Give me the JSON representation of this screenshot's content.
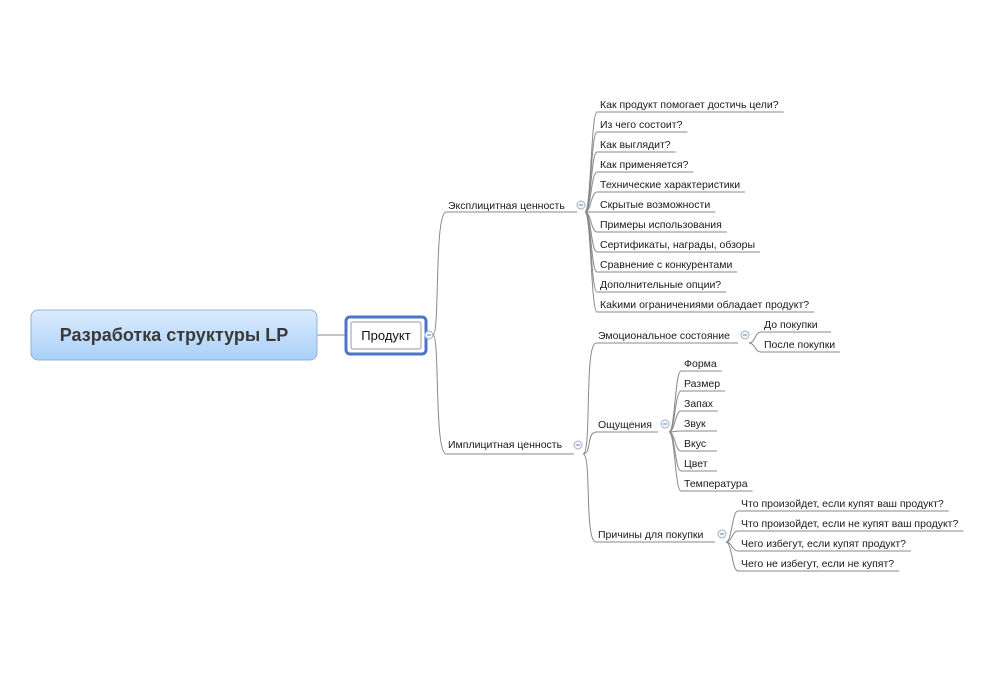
{
  "root": {
    "label": "Разработка структуры LP"
  },
  "central": {
    "label": "Продукт"
  },
  "explicit": {
    "label": "Эксплицитная ценность",
    "items": [
      "Как продукт помогает достичь цели?",
      "Из чего состоит?",
      "Как выглядит?",
      "Как применяется?",
      "Технические характеристики",
      "Скрытые возможности",
      "Примеры использования",
      "Сертификаты, награды, обзоры",
      "Сравнение с конкурентами",
      " Дополнительные опции?",
      "Каkими ограничениями обладает продукт?"
    ]
  },
  "implicit": {
    "label": "Имплицитная ценность",
    "emotional": {
      "label": "Эмоциональное состояние",
      "items": [
        "До покупки",
        "После покупки"
      ]
    },
    "sensations": {
      "label": "Ощущения",
      "items": [
        "Форма",
        "Размер",
        "Запах",
        "Звук",
        "Вкус",
        "Цвет",
        "Температура"
      ]
    },
    "reasons": {
      "label": "Причины для покупки",
      "items": [
        "Что произойдет, если купят ваш продукт?",
        "Что произойдет, если не купят ваш продукт?",
        "Чего избегут, если купят продукт?",
        "Чего не избегут, если не купят?"
      ]
    }
  }
}
